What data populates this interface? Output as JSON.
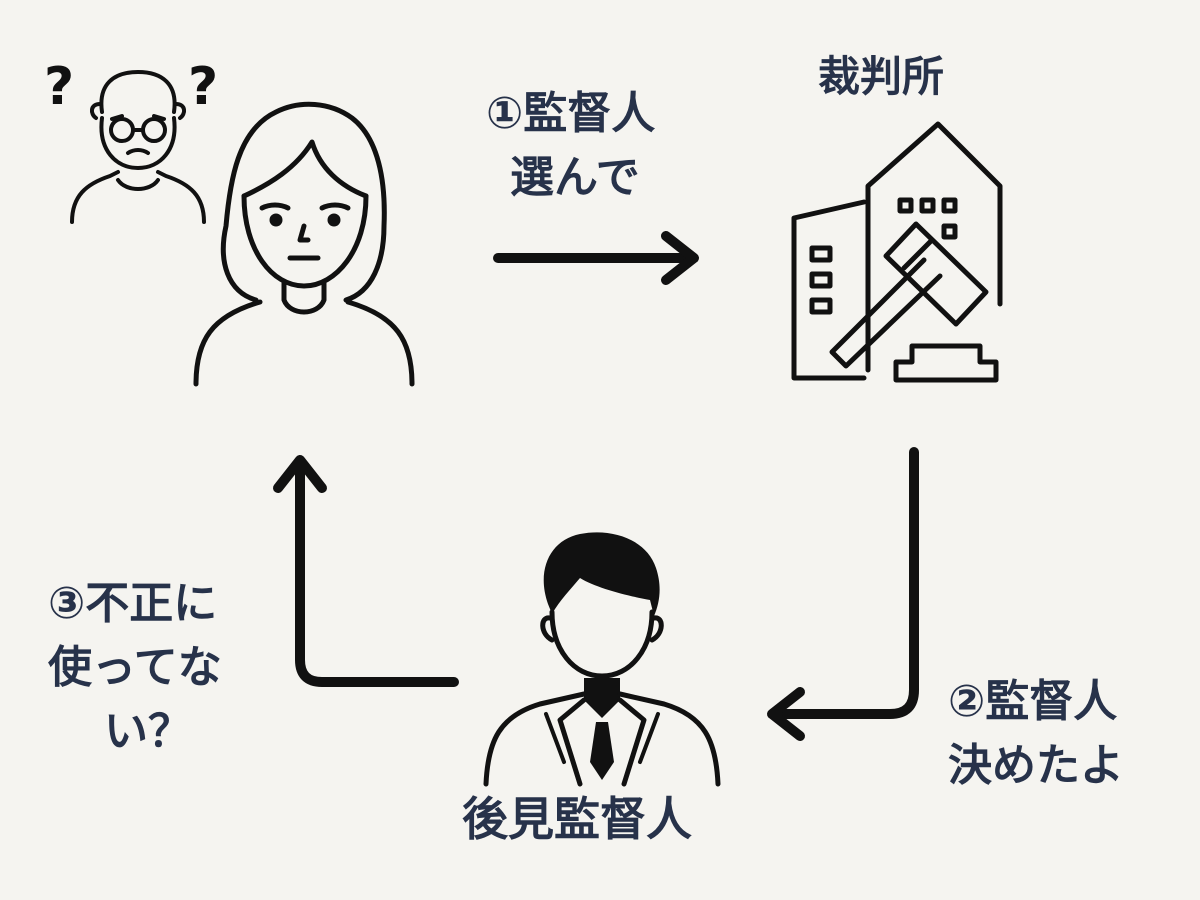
{
  "step1": {
    "line1": "①監督人",
    "line2": "選んで"
  },
  "court": {
    "label": "裁判所"
  },
  "step2": {
    "line1": "②監督人",
    "line2": "決めたよ"
  },
  "guardian": {
    "label": "後見監督人"
  },
  "step3": {
    "line1": "③不正に",
    "line2": "使ってな",
    "line3": "い？"
  },
  "icons": [
    "confused-elder-icon",
    "question-mark-icon",
    "woman-icon",
    "court-building-icon",
    "gavel-icon",
    "man-in-suit-icon"
  ],
  "colors": {
    "background": "#f5f4f0",
    "text": "#27324a",
    "stroke": "#111111"
  }
}
